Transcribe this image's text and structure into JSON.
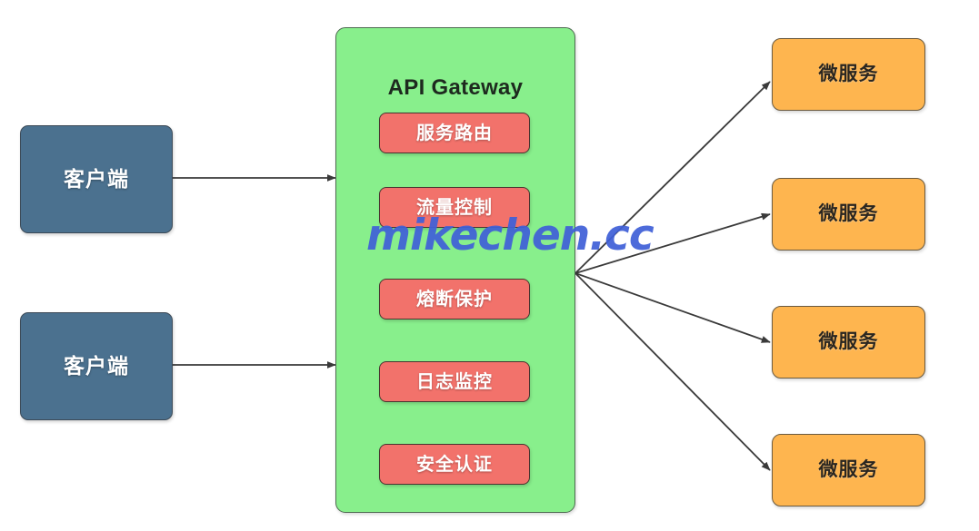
{
  "diagram": {
    "title": "API Gateway Architecture",
    "watermark": "mikechen.cc",
    "colors": {
      "client_fill": "#4B718F",
      "gateway_fill": "#88EF8C",
      "feature_fill": "#F2726B",
      "microservice_fill": "#FEB54F",
      "arrow_stroke": "#3A3A3A",
      "watermark_color": "#4060D8",
      "background": "#FFFFFF"
    }
  },
  "clients": [
    {
      "label": "客户端"
    },
    {
      "label": "客户端"
    }
  ],
  "gateway": {
    "title": "API Gateway",
    "features": [
      {
        "label": "服务路由"
      },
      {
        "label": "流量控制"
      },
      {
        "label": "熔断保护"
      },
      {
        "label": "日志监控"
      },
      {
        "label": "安全认证"
      }
    ]
  },
  "microservices": [
    {
      "label": "微服务"
    },
    {
      "label": "微服务"
    },
    {
      "label": "微服务"
    },
    {
      "label": "微服务"
    }
  ]
}
